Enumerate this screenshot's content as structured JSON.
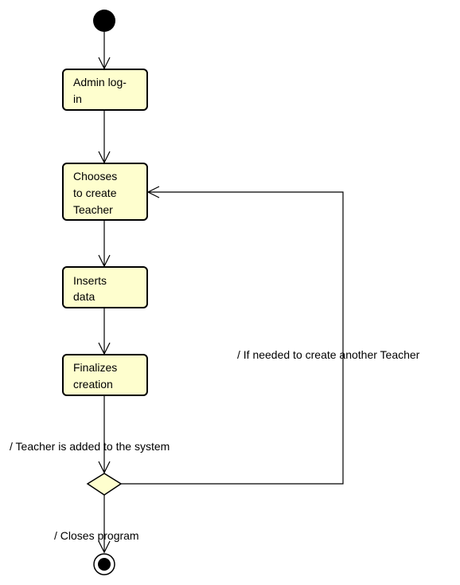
{
  "diagram": {
    "colors": {
      "activity_fill": "#fefece",
      "stroke": "#000000",
      "start_fill": "#000000",
      "end_fill": "#000000",
      "background": "#ffffff"
    },
    "nodes": {
      "admin_login": {
        "lines": [
          "Admin log-",
          "in"
        ]
      },
      "choose_create": {
        "lines": [
          "Chooses",
          "to create",
          "Teacher"
        ]
      },
      "insert_data": {
        "lines": [
          "Inserts",
          "data"
        ]
      },
      "finalize": {
        "lines": [
          "Finalizes",
          "creation"
        ]
      }
    },
    "edges": {
      "added_label": "/ Teacher is added to the system",
      "loop_label": "/ If needed to create another Teacher",
      "close_label": "/ Closes program"
    }
  }
}
